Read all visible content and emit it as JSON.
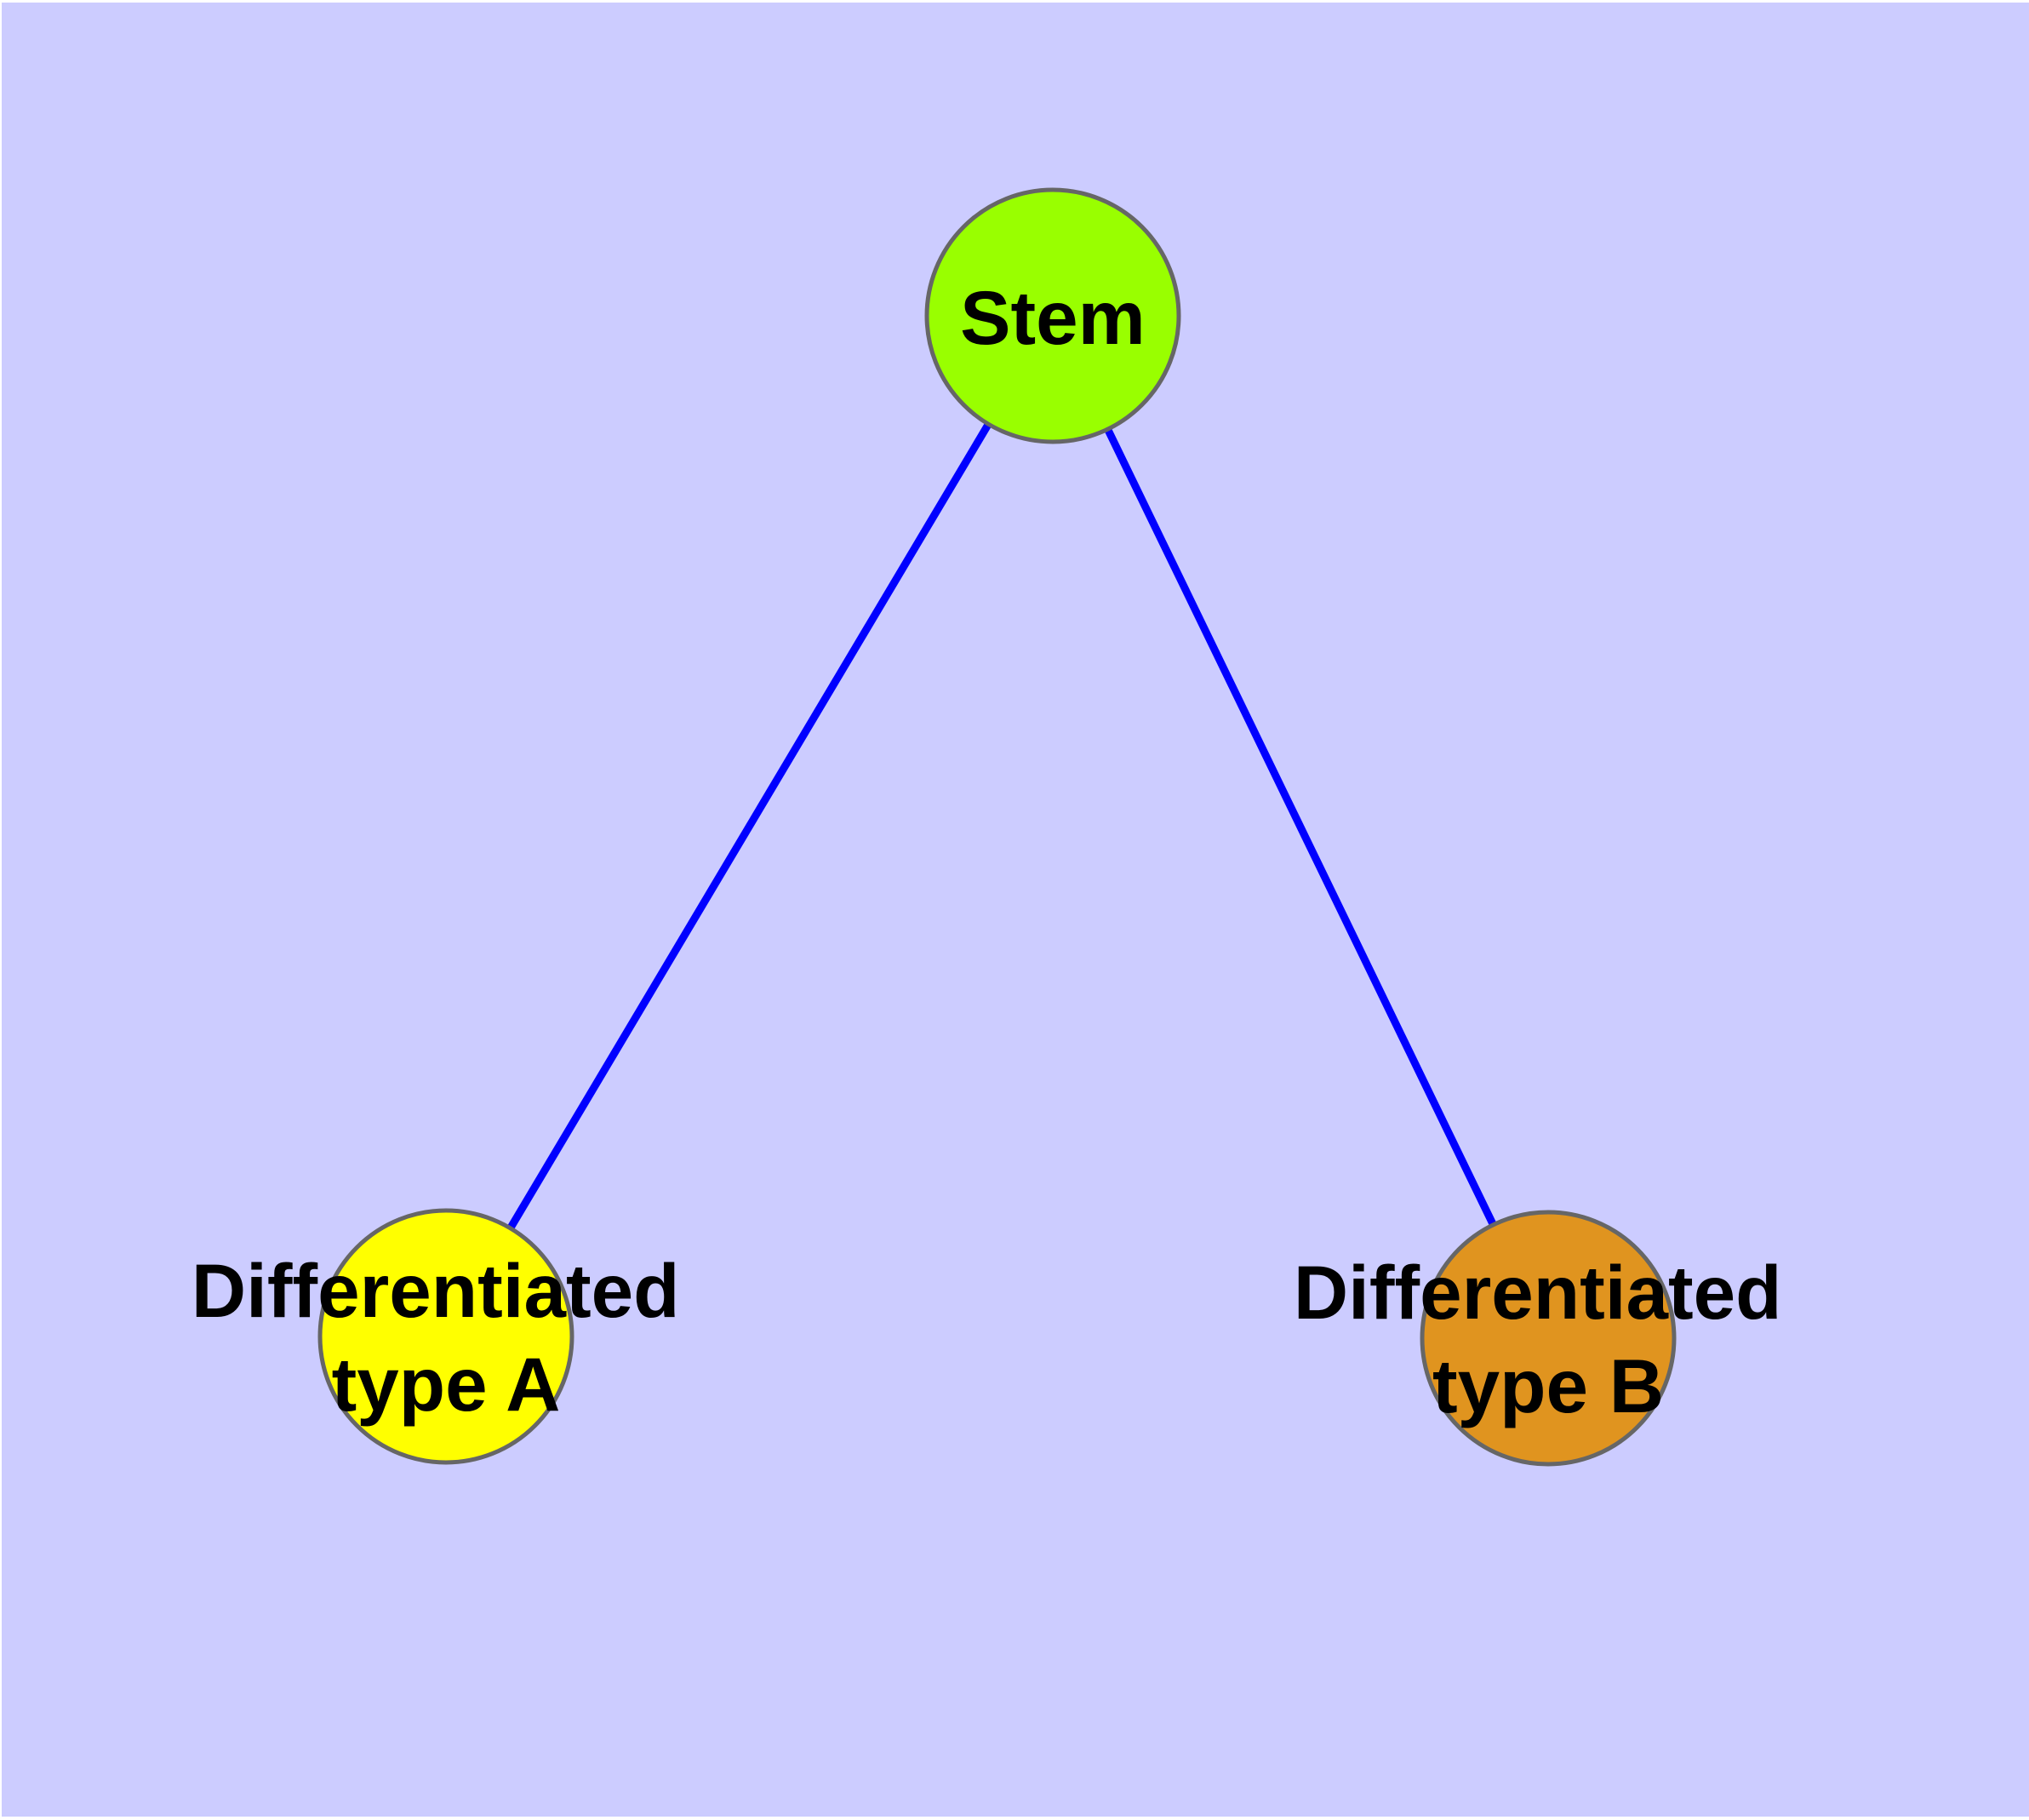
{
  "canvas": {
    "background_color": "#CCCCFF",
    "outer_margin_color": "#FFFFFF",
    "node_border_color": "#666666",
    "text_color": "#000000"
  },
  "diagram": {
    "type": "node-link-graph",
    "nodes": [
      {
        "id": "stem",
        "lines": [
          "Stem"
        ],
        "color": "#99FF00"
      },
      {
        "id": "typeA",
        "lines": [
          "Differentiated",
          "type A"
        ],
        "color": "#FFFF00"
      },
      {
        "id": "typeB",
        "lines": [
          "Differentiated",
          "type B"
        ],
        "color": "#E0941F"
      }
    ],
    "edges": [
      {
        "from": "stem",
        "to": "typeA",
        "color": "#0000FF"
      },
      {
        "from": "stem",
        "to": "typeB",
        "color": "#0000FF"
      }
    ]
  }
}
